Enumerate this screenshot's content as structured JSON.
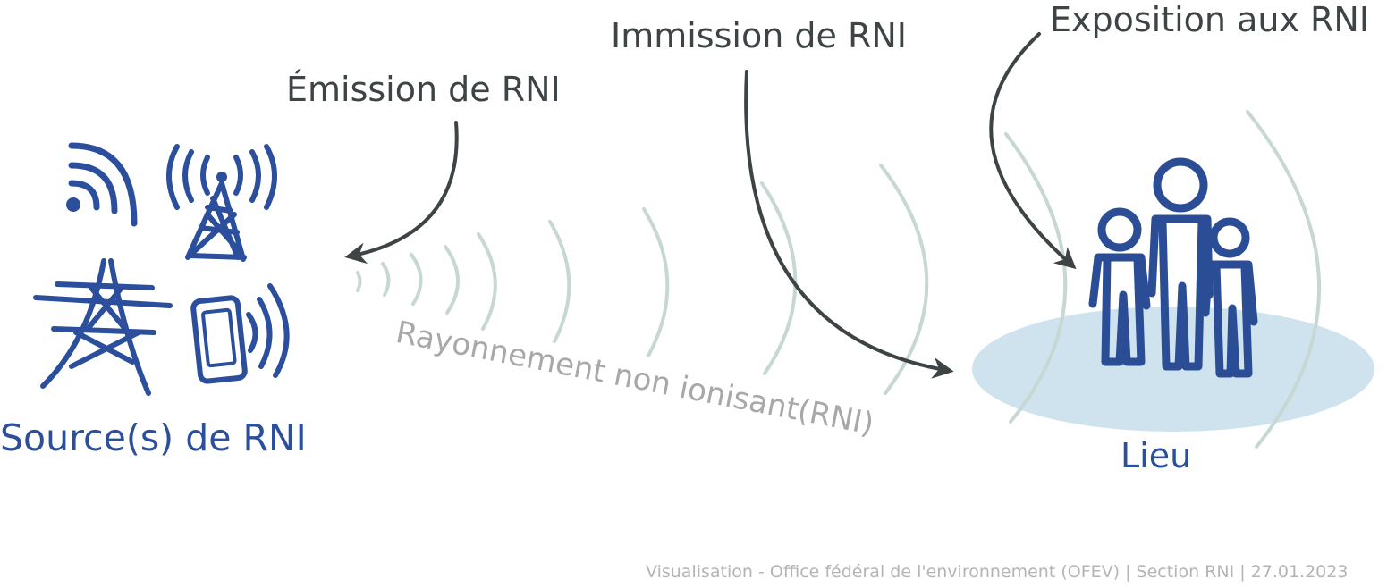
{
  "labels": {
    "emission": "Émission de RNI",
    "immission": "Immission de RNI",
    "exposition": "Exposition aux RNI",
    "sources": "Source(s) de RNI",
    "lieu": "Lieu",
    "rayonnement": "Rayonnement non ionisant(RNI)",
    "footer": "Visualisation - Office fédéral de l'environnement (OFEV) | Section RNI | 27.01.2023"
  },
  "icons": {
    "wifi": "wifi-signal-icon",
    "antenna": "antenna-tower-icon",
    "pylon": "power-pylon-icon",
    "phone": "mobile-phone-icon",
    "people": "family-people-icon"
  },
  "colors": {
    "source_blue": "#2b4f9c",
    "people_blue": "#2a4d96",
    "arrow": "#3e4446",
    "wave": "#c7d8d3",
    "place": "#cfe3ee"
  }
}
